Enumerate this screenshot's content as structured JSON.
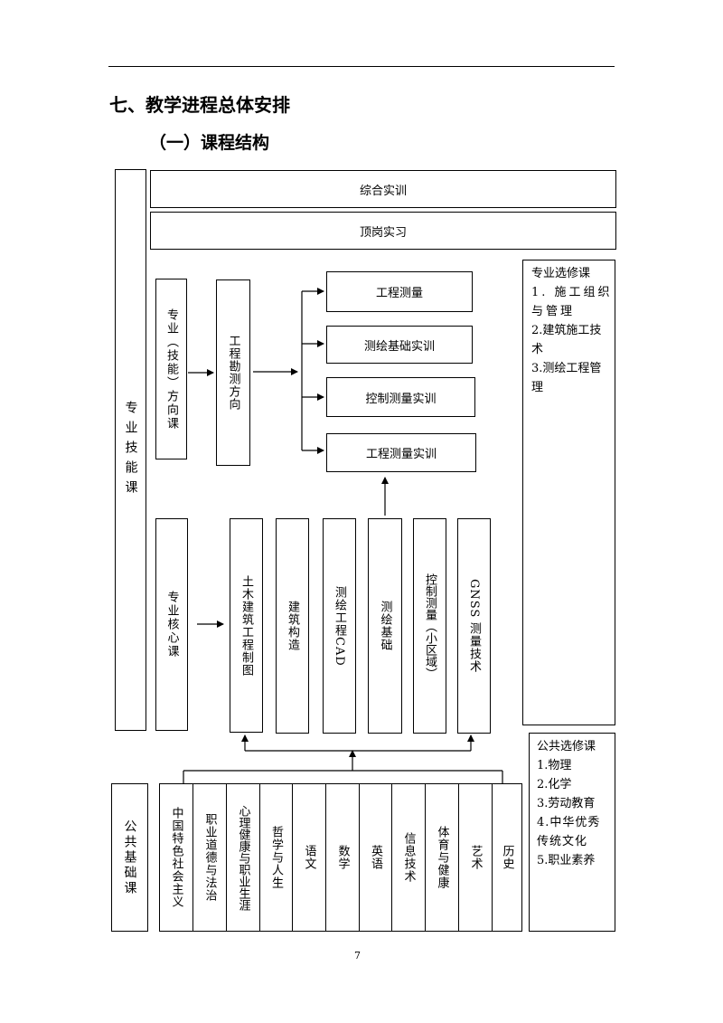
{
  "header": {
    "section_title": "七、教学进程总体安排",
    "subsection_title": "（一）课程结构"
  },
  "left_column": {
    "skill_courses": "专业技能课",
    "public_basic_courses": "公共基础课"
  },
  "top_rows": {
    "comprehensive_training": "综合实训",
    "internship": "顶岗实习"
  },
  "direction": {
    "direction_courses": "专业（技能）方向课",
    "direction_name": "工程勘测方向",
    "courses": [
      "工程测量",
      "测绘基础实训",
      "控制测量实训",
      "工程测量实训"
    ]
  },
  "core": {
    "label": "专业核心课",
    "courses": [
      "土木建筑工程制图",
      "建筑构造"
    ],
    "cad": {
      "prefix": "测绘工程",
      "latin": "CAD"
    },
    "survey_basics": "测绘基础",
    "control_survey": "控制测量（小区域）",
    "gnss": {
      "latin": "GNSS",
      "suffix": "测量技术"
    }
  },
  "public_courses": [
    "中国特色社会主义",
    "职业道德与法治",
    "心理健康与职业生涯",
    "哲学与人生",
    "语文",
    "数学",
    "英语",
    "信息技术",
    "体育与健康",
    "艺术",
    "历史"
  ],
  "professional_electives": {
    "title": "专业选修课",
    "items": [
      "1. 施工组织与管理",
      "2.建筑施工技术",
      "3.测绘工程管理"
    ]
  },
  "public_electives": {
    "title": "公共选修课",
    "items": [
      "1.物理",
      "2.化学",
      "3.劳动教育",
      "4.中华优秀传统文化",
      "5.职业素养"
    ]
  },
  "footer": {
    "page_number": "7"
  }
}
